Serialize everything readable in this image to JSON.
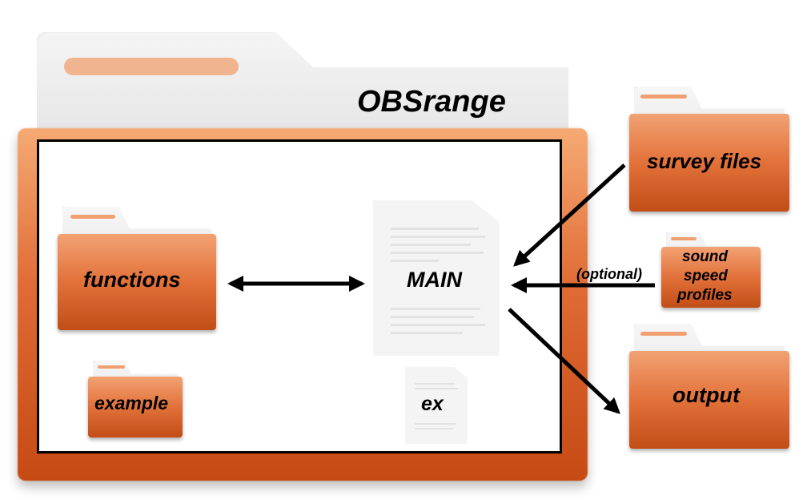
{
  "title": "OBSrange",
  "items": {
    "functions": "functions",
    "example": "example",
    "main": "MAIN",
    "ex": "ex",
    "survey_files": "survey files",
    "sound_speed_profiles_line1": "sound",
    "sound_speed_profiles_line2": "speed",
    "sound_speed_profiles_line3": "profiles",
    "output": "output",
    "optional": "(optional)"
  },
  "colors": {
    "folder_orange": "#e06b34",
    "folder_tab_bar": "#f0b48f",
    "arrow": "#000000"
  }
}
